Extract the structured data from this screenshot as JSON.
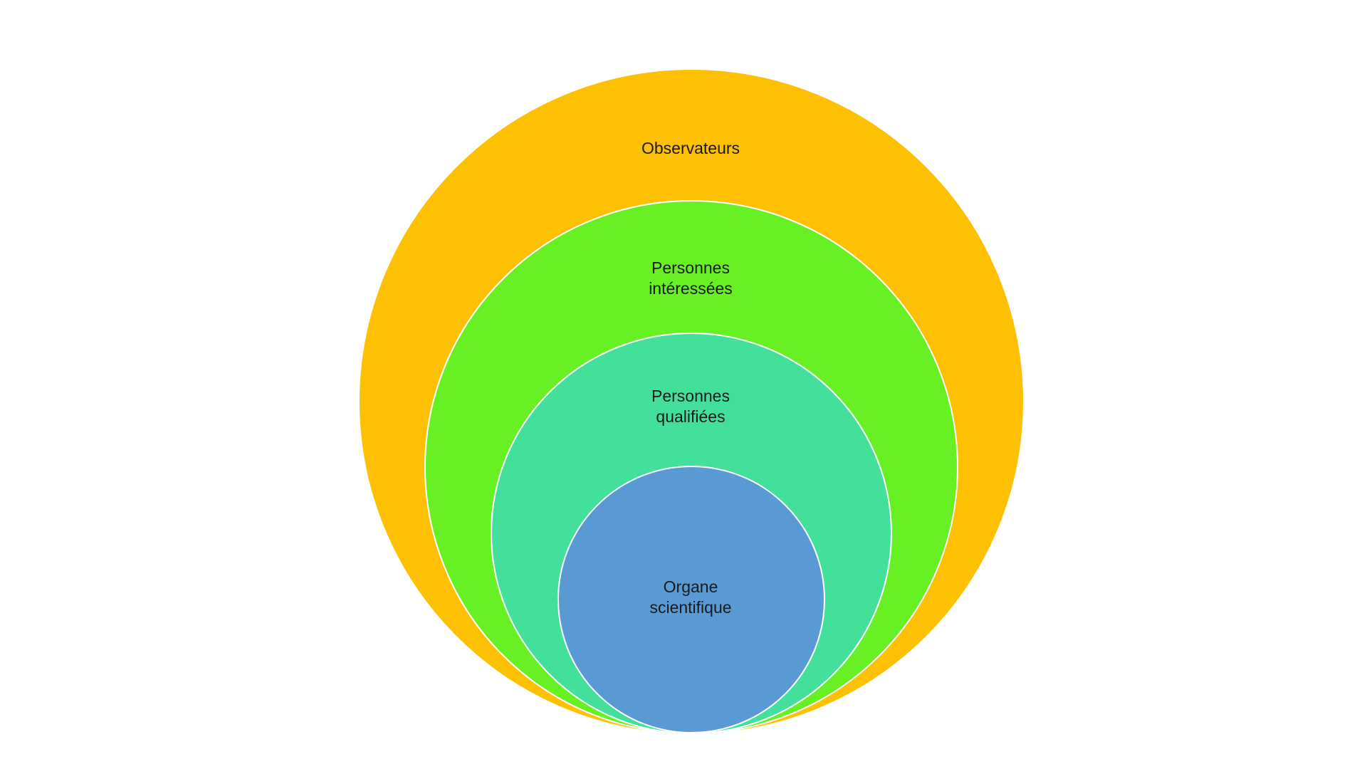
{
  "diagram": {
    "type": "nested-circles",
    "layers": [
      {
        "label": "Observateurs",
        "color": "#FDC003"
      },
      {
        "label": "Personnes\nintéressées",
        "color": "#67F023"
      },
      {
        "label": "Personnes\nqualifiées",
        "color": "#42E09A"
      },
      {
        "label": "Organe\nscientifique",
        "color": "#5A9AD4"
      }
    ],
    "outline_color": "#ffffff"
  }
}
